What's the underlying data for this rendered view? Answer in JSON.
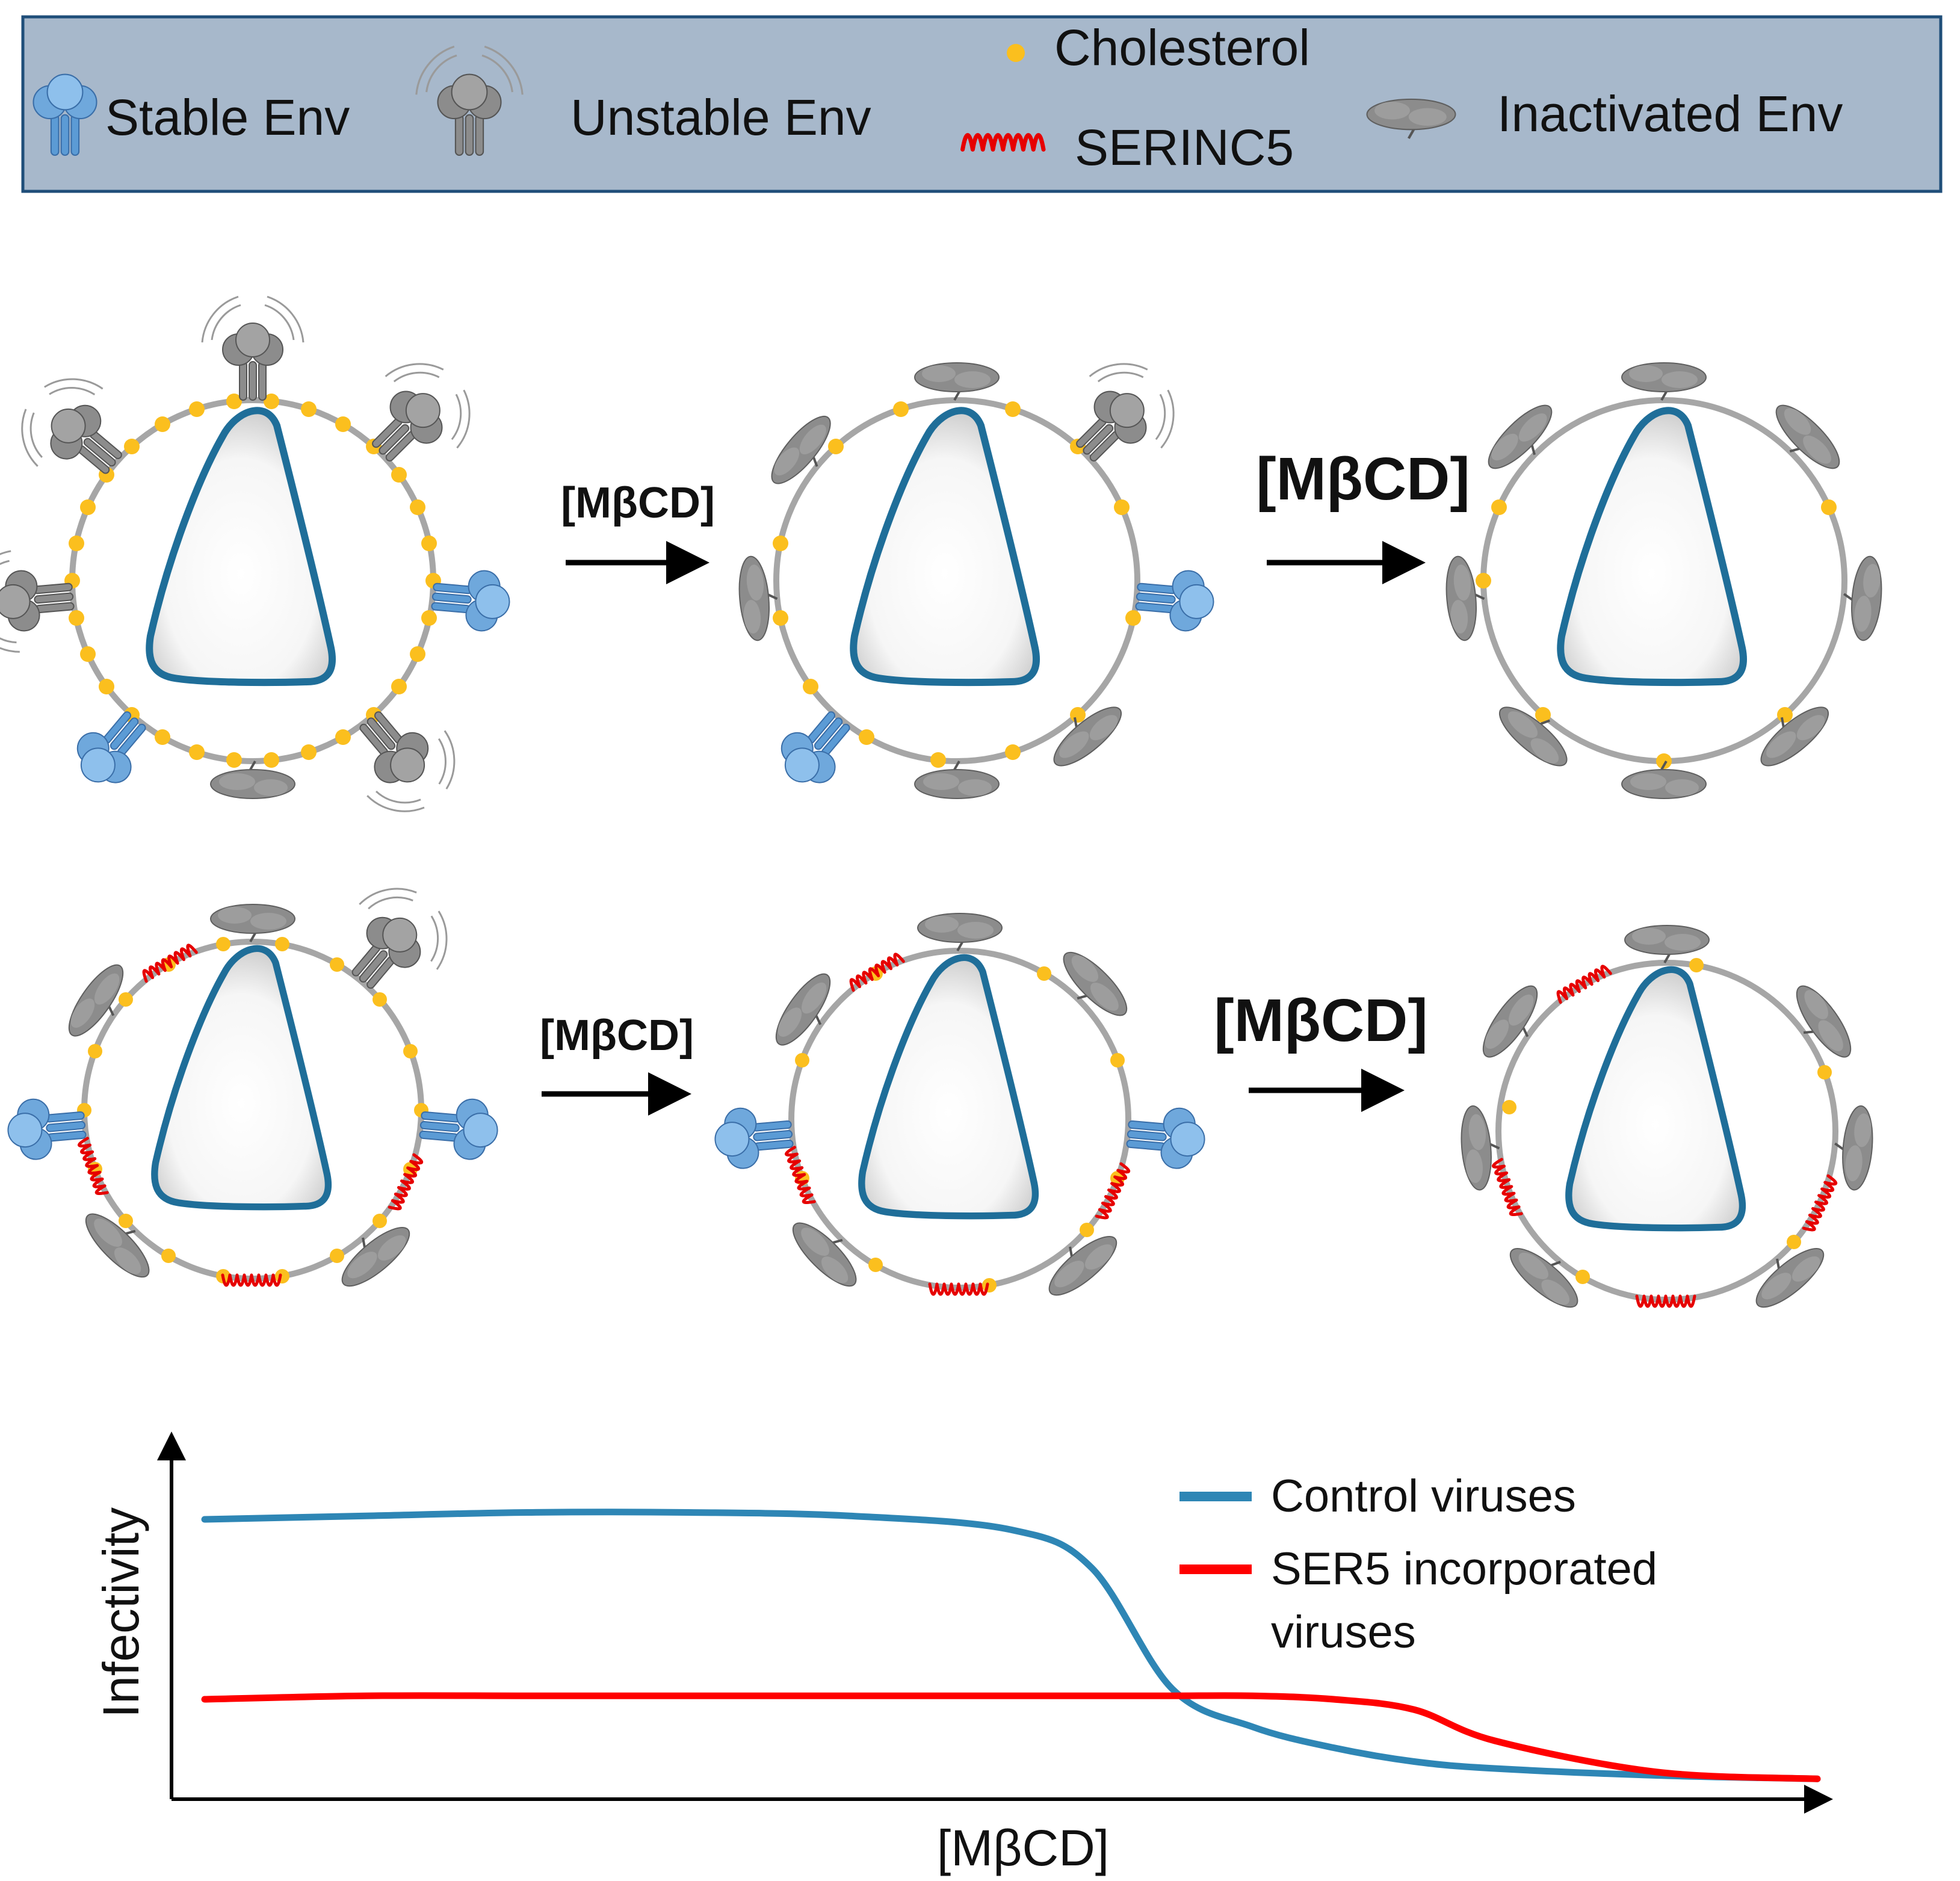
{
  "legend": {
    "stable_env": "Stable Env",
    "unstable_env": "Unstable Env",
    "cholesterol": "Cholesterol",
    "serinc5": "SERINC5",
    "inactivated_env": "Inactivated Env"
  },
  "arrows": {
    "row1_low": "[MβCD]",
    "row1_high": "[MβCD]",
    "row2_low": "[MβCD]",
    "row2_high": "[MβCD]"
  },
  "colors": {
    "legend_bg": "#a7b8cb",
    "legend_border": "#1f4e79",
    "capsid": "#1f6e99",
    "membrane": "#a6a6a6",
    "cholesterol": "#fbbf1e",
    "stable_env": "#5b9bd5",
    "unstable_env": "#8c8c8c",
    "inactivated_env": "#8c8c8c",
    "serinc5": "#e60000",
    "control_line": "#2e86b5",
    "ser5_line": "#ff0000"
  },
  "icons": [
    "stable-env-icon",
    "unstable-env-icon",
    "cholesterol-icon",
    "serinc5-icon",
    "inactivated-env-icon",
    "virion-icon",
    "capsid-icon"
  ],
  "chart_data": {
    "type": "line",
    "xlabel": "[MβCD]",
    "ylabel": "Infectivity",
    "x": [
      0,
      1,
      2,
      3,
      4,
      5,
      5.5,
      6,
      6.5,
      7,
      7.5,
      8,
      9,
      10
    ],
    "series": [
      {
        "name": "Control viruses",
        "values": [
          8.0,
          8.1,
          8.2,
          8.2,
          8.1,
          7.7,
          6.6,
          3.1,
          2.0,
          1.4,
          1.0,
          0.8,
          0.6,
          0.5
        ]
      },
      {
        "name": "SER5 incorporated viruses",
        "values": [
          2.8,
          2.9,
          2.9,
          2.9,
          2.9,
          2.9,
          2.9,
          2.9,
          2.9,
          2.8,
          2.5,
          1.6,
          0.7,
          0.5
        ]
      }
    ],
    "legend_labels": {
      "control": "Control viruses",
      "ser5_line1": "SER5 incorporated",
      "ser5_line2": "viruses"
    },
    "grid": false,
    "legend_position": "top-right"
  }
}
